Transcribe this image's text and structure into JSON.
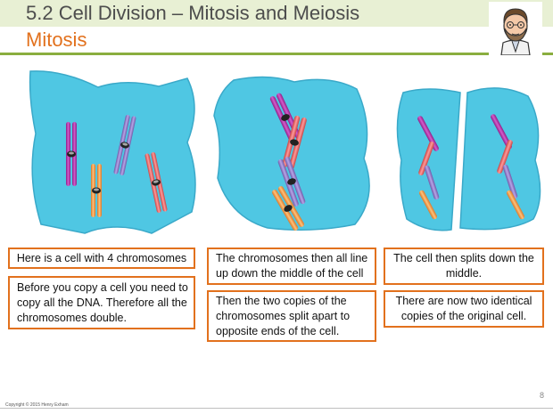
{
  "header": {
    "title": "5.2 Cell Division – Mitosis and Meiosis",
    "subtitle": "Mitosis"
  },
  "colors": {
    "accent_orange": "#e2711d",
    "header_band": "#e8f0d4",
    "header_line": "#8aae3f",
    "cell_fill": "#4fc7e3",
    "chromosome_magenta": "#c23fb3",
    "chromosome_purple": "#9b7fd1",
    "chromosome_orange": "#f4a64a",
    "chromosome_red": "#ec6a6a"
  },
  "panels": [
    {
      "caption_top": "Here is a cell with 4 chromosomes",
      "caption_bottom": "Before you copy a cell you need to copy all the DNA. Therefore all the chromosomes double."
    },
    {
      "caption_top": "The chromosomes then all line up down the middle of the cell",
      "caption_bottom": "Then the two copies of the chromosomes split apart to opposite ends of the cell."
    },
    {
      "caption_top": "The cell then splits down the middle.",
      "caption_bottom": "There are now two identical copies of the original cell."
    }
  ],
  "footer": {
    "copyright": "Copyright © 2015 Henry Exham",
    "page_number": "8"
  },
  "icons": [
    "teacher-avatar-icon"
  ]
}
